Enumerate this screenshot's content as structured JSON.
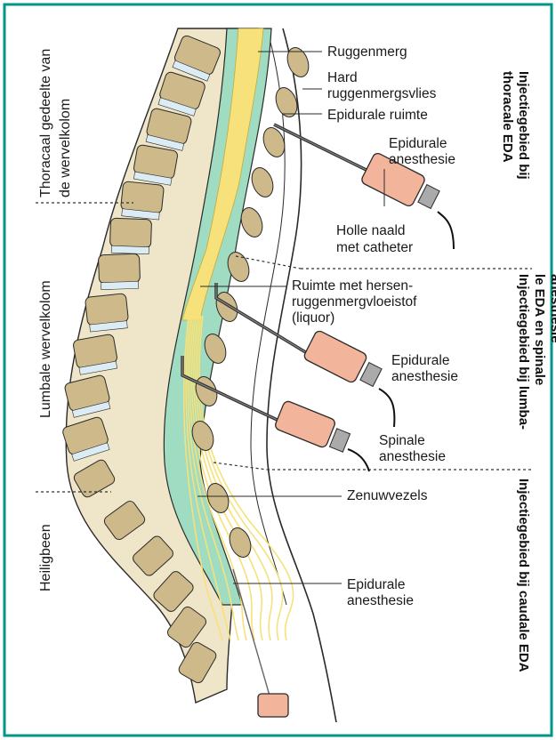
{
  "colors": {
    "frame": "#00968a",
    "csf": "#9fdcc2",
    "nerve": "#f6e17a",
    "bone": "#efe6c9",
    "bone_inner": "#cdb98a",
    "disc": "#dcecf5",
    "syringe": "#f2b59b",
    "outline": "#2a2a2a"
  },
  "left_regions": {
    "thoracic": "Thoracaal gedeelte van de wervelkolom",
    "lumbar": "Lumbale wervelkolom",
    "sacrum": "Heiligbeen"
  },
  "right_regions": {
    "thoracic": "Injectiegebied bij thoracale EDA",
    "lumbar": "Injectiegebied bij lumbale EDA en spinale anesthesie",
    "lumbar_lines": [
      "Injectiegebied bij lumba-",
      "le EDA en spinale",
      "anesthesie"
    ],
    "thoracic_lines": [
      "Injectiegebied bij",
      "thoracale EDA"
    ],
    "caudal": "Injectiegebied bij caudale EDA"
  },
  "labels": {
    "spinal_cord": "Ruggenmerg",
    "dura_1": "Hard",
    "dura_2": "ruggenmergsvlies",
    "epidural_space": "Epidurale ruimte",
    "epidural_anesthesia_top_1": "Epidurale",
    "epidural_anesthesia_top_2": "anesthesie",
    "needle_1": "Holle naald",
    "needle_2": "met catheter",
    "csf_1": "Ruimte met hersen-",
    "csf_2": "ruggenmergvloeistof",
    "csf_3": "(liquor)",
    "epidural_anesthesia_mid_1": "Epidurale",
    "epidural_anesthesia_mid_2": "anesthesie",
    "spinal_anesthesia_1": "Spinale",
    "spinal_anesthesia_2": "anesthesie",
    "nerve_fibers": "Zenuwvezels",
    "epidural_anesthesia_low_1": "Epidurale",
    "epidural_anesthesia_low_2": "anesthesie"
  }
}
